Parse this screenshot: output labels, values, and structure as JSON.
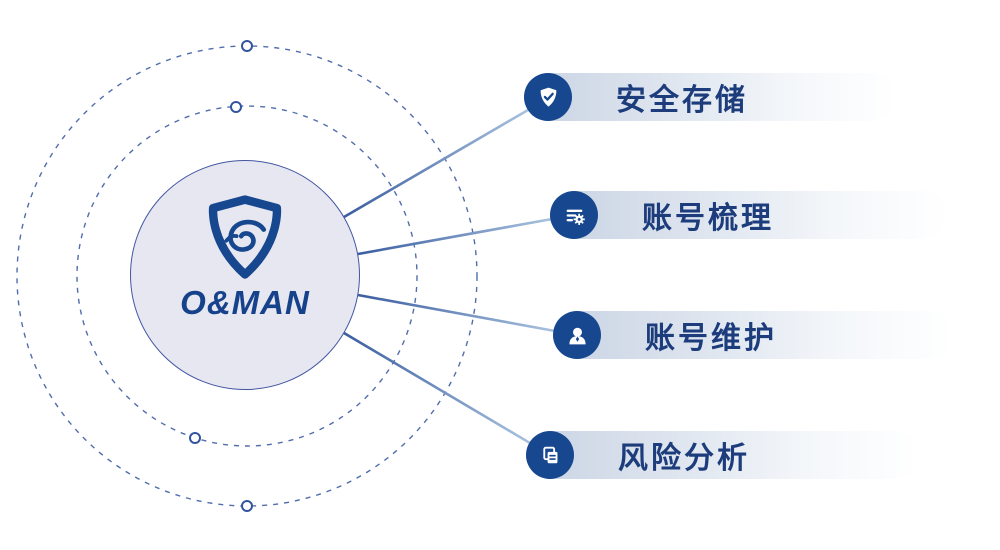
{
  "brand": {
    "name": "O&MAN"
  },
  "features": [
    {
      "label": "安全存储",
      "icon": "shield-check-icon"
    },
    {
      "label": "账号梳理",
      "icon": "account-list-gear-icon"
    },
    {
      "label": "账号维护",
      "icon": "user-icon"
    },
    {
      "label": "风险分析",
      "icon": "documents-icon"
    }
  ],
  "colors": {
    "primary_blue": "#16478f",
    "label_text": "#1d3c7c",
    "hub_fill": "#e6e7f0",
    "hub_border": "#4356a3",
    "pill_gradient_start": "#c9d3e3",
    "connector_dark": "#3a5da1",
    "connector_light": "#a9c2de",
    "dashed_circle": "#33549f"
  }
}
